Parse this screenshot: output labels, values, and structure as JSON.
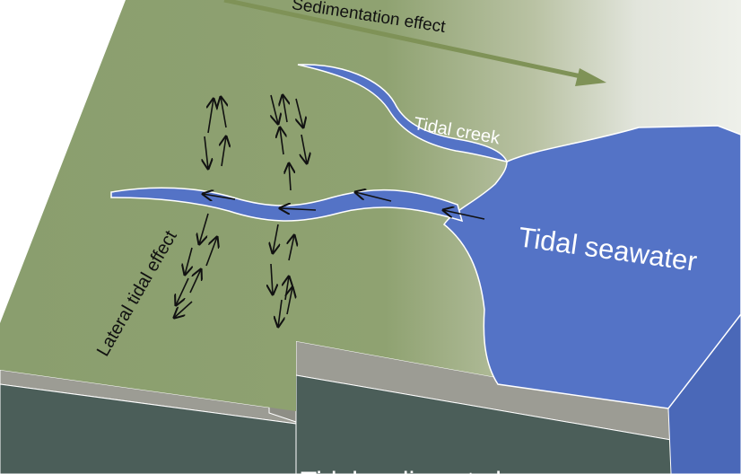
{
  "labels": {
    "sedimentation": "Sedimentation effect",
    "tidal_creek": "Tidal creek",
    "tidal_seawater": "Tidal seawater",
    "lateral_tidal": "Lateral tidal effect",
    "bottom_caption": "Tidal sediment slope"
  },
  "colors": {
    "flat_surface": "#8a9e6e",
    "flat_highlight": "#dfe3d8",
    "seawater": "#5473c6",
    "side_light": "#9c9c94",
    "side_dark": "#4b5e59",
    "arrow_main": "#7f9257",
    "flow_arrows": "#111111",
    "creek_label": "#ffffff",
    "sea_label": "#ffffff",
    "text_dark": "#111111"
  }
}
